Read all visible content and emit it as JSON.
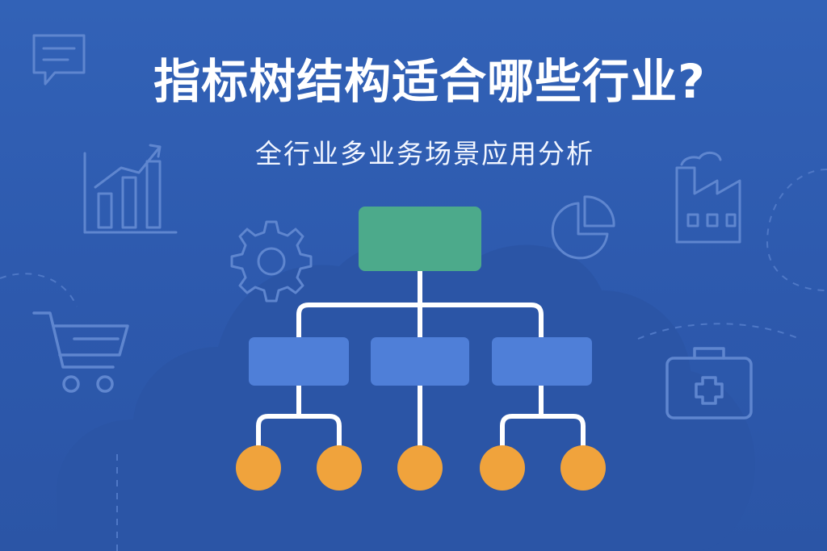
{
  "header": {
    "title": "指标树结构适合哪些行业?",
    "subtitle": "全行业多业务场景应用分析"
  },
  "colors": {
    "background": "#2f5bb0",
    "cloud": "#2c56a8",
    "icon_stroke": "#5f86cf",
    "root_node": "#4caa8b",
    "mid_node": "#4f7fd8",
    "leaf_node": "#f0a33c",
    "connector": "#ffffff"
  },
  "decor_icons": [
    "chat-icon",
    "bar-chart-icon",
    "gear-icon",
    "cart-icon",
    "pie-chart-icon",
    "factory-icon",
    "medical-kit-icon"
  ],
  "diagram": {
    "type": "tree",
    "root": {
      "children": [
        {
          "children": [
            {},
            {}
          ]
        },
        {
          "children": [
            {}
          ]
        },
        {
          "children": [
            {},
            {}
          ]
        }
      ]
    }
  }
}
